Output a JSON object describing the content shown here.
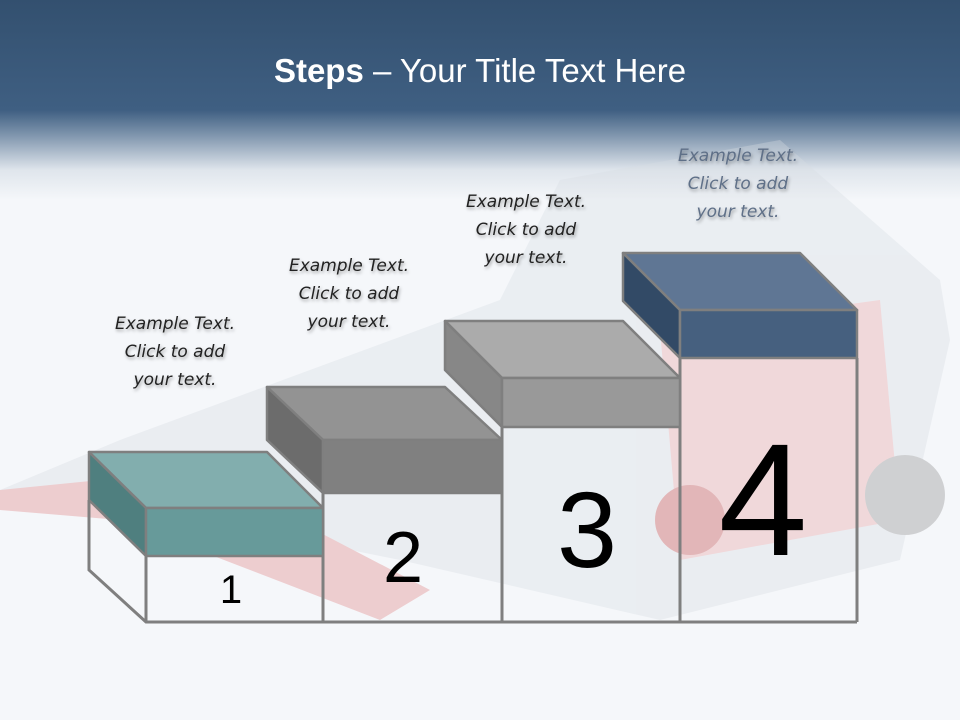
{
  "title": {
    "bold": "Steps",
    "rest": " – Your Title Text Here"
  },
  "steps": [
    {
      "number": "1",
      "caption": [
        "Example Text.",
        "Click  to add",
        "your text."
      ],
      "color": "#6a9f9f"
    },
    {
      "number": "2",
      "caption": [
        "Example Text.",
        "Click  to add",
        "your text."
      ],
      "color": "#8a8a8a"
    },
    {
      "number": "3",
      "caption": [
        "Example Text.",
        "Click  to add",
        "your text."
      ],
      "color": "#a0a0a0"
    },
    {
      "number": "4",
      "caption": [
        "Example Text.",
        "Click  to add",
        "your text."
      ],
      "color": "#5a7190"
    }
  ]
}
